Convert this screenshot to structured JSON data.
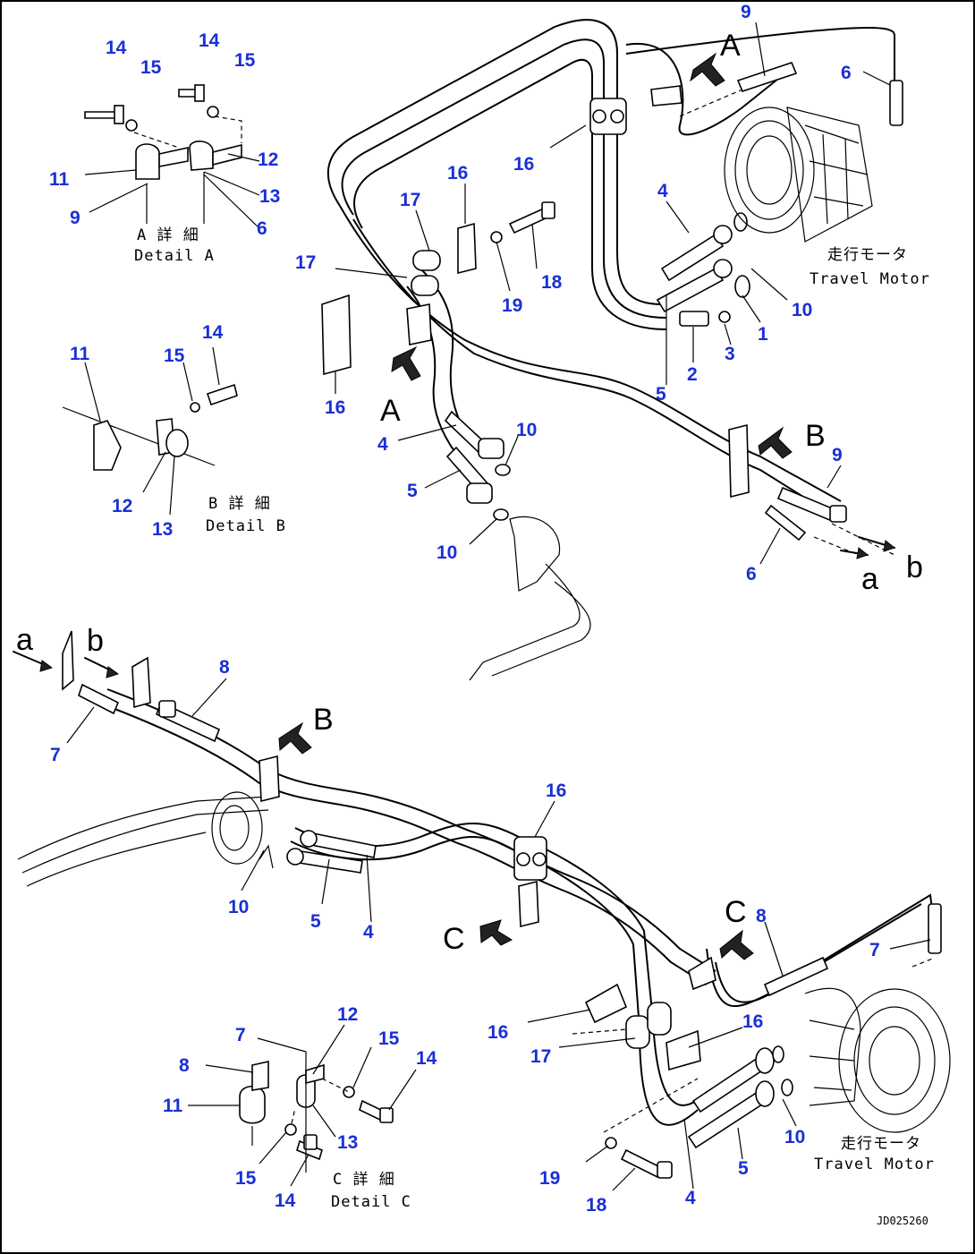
{
  "view_letters": {
    "A": "A",
    "B": "B",
    "C": "C",
    "a": "a",
    "b": "b"
  },
  "details": {
    "a_jp": "A 詳 細",
    "a_en": "Detail A",
    "b_jp": "B 詳 細",
    "b_en": "Detail B",
    "c_jp": "C 詳 細",
    "c_en": "Detail C"
  },
  "motor": {
    "jp": "走行モータ",
    "en": "Travel Motor"
  },
  "drawing_code": "JD025260",
  "callouts": {
    "d_a": {
      "n14a": "14",
      "n15a": "15",
      "n14b": "14",
      "n15b": "15",
      "n11": "11",
      "n12": "12",
      "n9": "9",
      "n13": "13",
      "n6": "6"
    },
    "d_b": {
      "n11": "11",
      "n15": "15",
      "n14": "14",
      "n12": "12",
      "n13": "13"
    },
    "d_c": {
      "n7": "7",
      "n12": "12",
      "n8": "8",
      "n15a": "15",
      "n14a": "14",
      "n11": "11",
      "n13": "13",
      "n15b": "15",
      "n14b": "14"
    },
    "upper": {
      "n9a": "9",
      "n6a": "6",
      "n16a": "16",
      "n16b": "16",
      "n17a": "17",
      "n17b": "17",
      "n4a": "4",
      "n18": "18",
      "n19": "19",
      "n10a": "10",
      "n1": "1",
      "n3": "3",
      "n2": "2",
      "n5a": "5",
      "n16c": "16",
      "n4b": "4",
      "n10b": "10",
      "n5b": "5",
      "n9b": "9",
      "n10c": "10",
      "n6b": "6"
    },
    "lower": {
      "n8a": "8",
      "n7a": "7",
      "n16a": "16",
      "n10a": "10",
      "n5a": "5",
      "n4a": "4",
      "n8b": "8",
      "n7b": "7",
      "n16b": "16",
      "n17": "17",
      "n16c": "16",
      "n10b": "10",
      "n19": "19",
      "n18": "18",
      "n4b": "4",
      "n5b": "5"
    }
  }
}
